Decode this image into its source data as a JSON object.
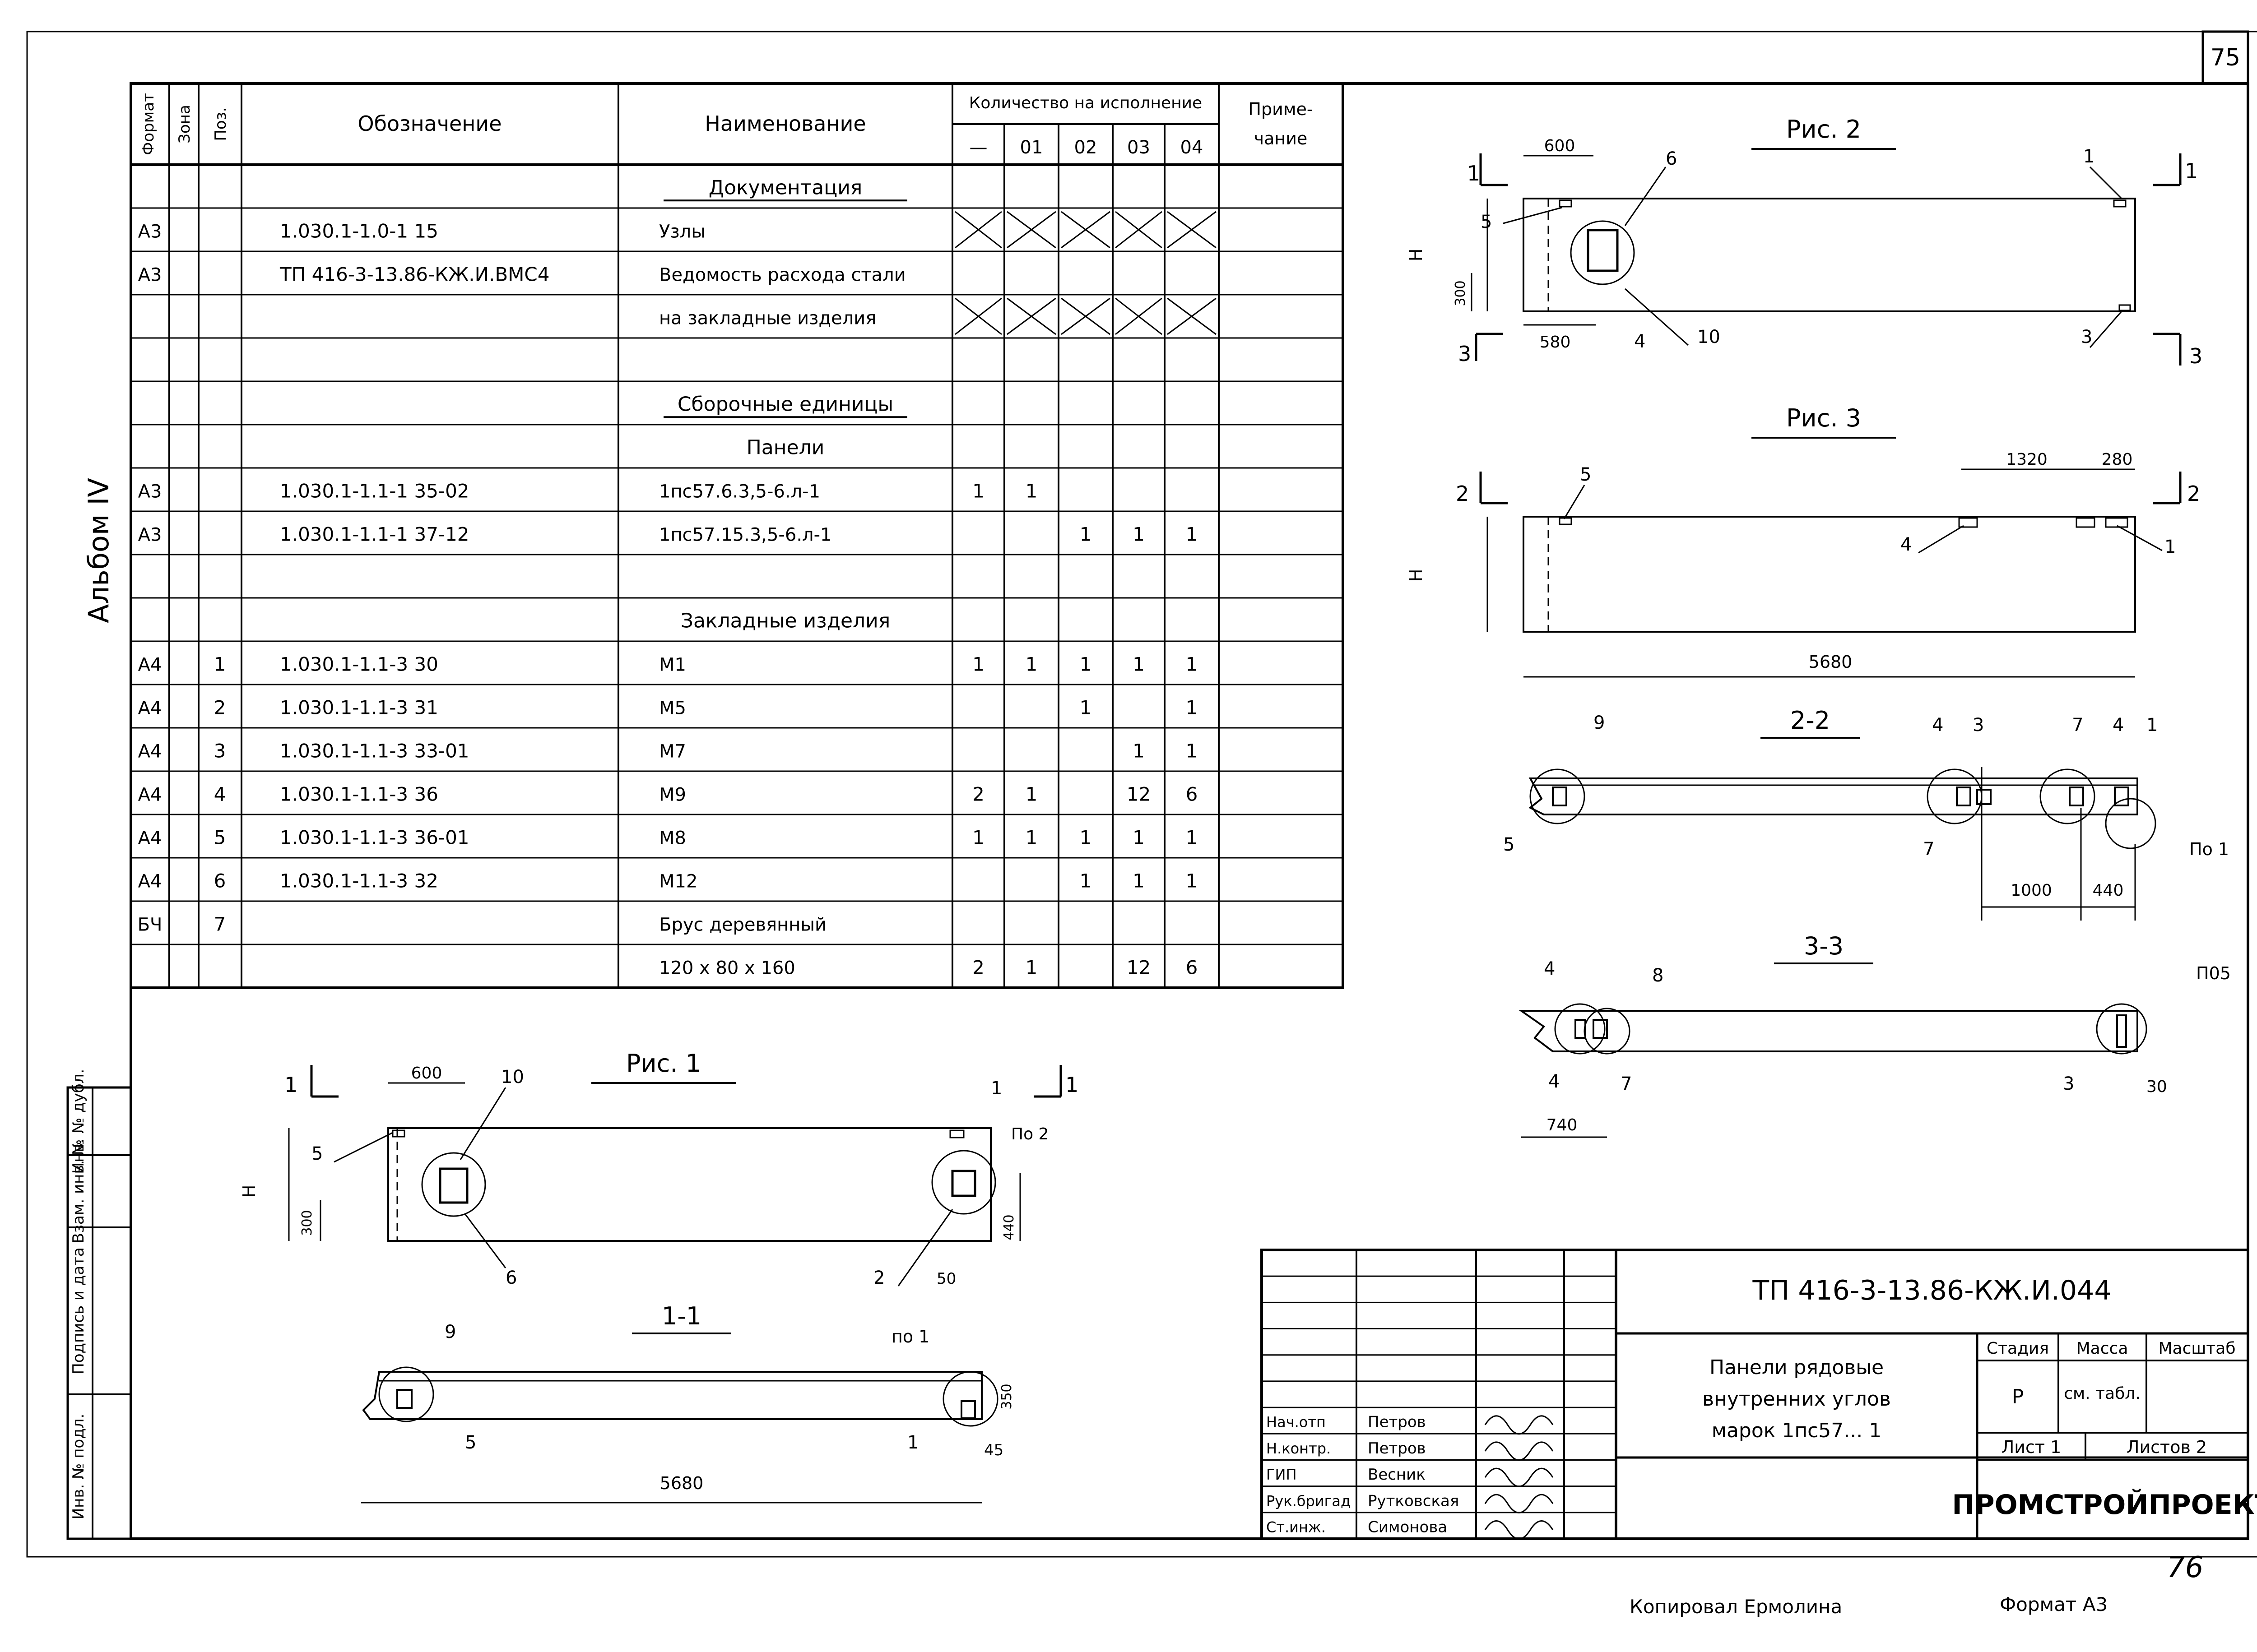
{
  "page": {
    "sheet_number_top": "75",
    "sheet_number_bottom": "76",
    "album": "Альбом IV",
    "copied_by": "Копировал Ермолина",
    "format": "Формат А3"
  },
  "spec_table": {
    "headers": {
      "format": "Формат",
      "zone": "Зона",
      "pos": "Поз.",
      "designation": "Обозначение",
      "name": "Наименование",
      "qty": "Количество на исполнение",
      "note": "Приме-чание"
    },
    "variant_headers": [
      "—",
      "01",
      "02",
      "03",
      "04"
    ],
    "rows": [
      {
        "format": "",
        "zone": "",
        "pos": "",
        "designation": "",
        "name": "Документация",
        "q": [
          "",
          "",
          "",
          "",
          ""
        ],
        "note": "",
        "kind": "section"
      },
      {
        "format": "А3",
        "zone": "",
        "pos": "",
        "designation": "1.030.1-1.0-1    15",
        "name": "Узлы",
        "q": [
          "",
          "",
          "",
          "",
          ""
        ],
        "note": "",
        "kind": "crossed"
      },
      {
        "format": "А3",
        "zone": "",
        "pos": "",
        "designation": "ТП 416-3-13.86-КЖ.И.ВМС4",
        "name": "Ведомость расхода стали",
        "q": [
          "",
          "",
          "",
          "",
          ""
        ],
        "note": "",
        "kind": "plain"
      },
      {
        "format": "",
        "zone": "",
        "pos": "",
        "designation": "",
        "name": "на закладные изделия",
        "q": [
          "",
          "",
          "",
          "",
          ""
        ],
        "note": "",
        "kind": "crossed"
      },
      {
        "format": "",
        "zone": "",
        "pos": "",
        "designation": "",
        "name": "",
        "q": [
          "",
          "",
          "",
          "",
          ""
        ],
        "note": "",
        "kind": "plain"
      },
      {
        "format": "",
        "zone": "",
        "pos": "",
        "designation": "",
        "name": "Сборочные единицы",
        "q": [
          "",
          "",
          "",
          "",
          ""
        ],
        "note": "",
        "kind": "section"
      },
      {
        "format": "",
        "zone": "",
        "pos": "",
        "designation": "",
        "name": "Панели",
        "q": [
          "",
          "",
          "",
          "",
          ""
        ],
        "note": "",
        "kind": "center"
      },
      {
        "format": "А3",
        "zone": "",
        "pos": "",
        "designation": "1.030.1-1.1-1   35-02",
        "name": "1пс57.6.3,5-6.л-1",
        "q": [
          "1",
          "1",
          "",
          "",
          ""
        ],
        "note": "",
        "kind": "plain"
      },
      {
        "format": "А3",
        "zone": "",
        "pos": "",
        "designation": "1.030.1-1.1-1   37-12",
        "name": "1пс57.15.3,5-6.л-1",
        "q": [
          "",
          "",
          "1",
          "1",
          "1"
        ],
        "note": "",
        "kind": "plain"
      },
      {
        "format": "",
        "zone": "",
        "pos": "",
        "designation": "",
        "name": "",
        "q": [
          "",
          "",
          "",
          "",
          ""
        ],
        "note": "",
        "kind": "plain"
      },
      {
        "format": "",
        "zone": "",
        "pos": "",
        "designation": "",
        "name": "Закладные изделия",
        "q": [
          "",
          "",
          "",
          "",
          ""
        ],
        "note": "",
        "kind": "center"
      },
      {
        "format": "А4",
        "zone": "",
        "pos": "1",
        "designation": "1.030.1-1.1-3    30",
        "name": "М1",
        "q": [
          "1",
          "1",
          "1",
          "1",
          "1"
        ],
        "note": "",
        "kind": "plain"
      },
      {
        "format": "А4",
        "zone": "",
        "pos": "2",
        "designation": "1.030.1-1.1-3    31",
        "name": "М5",
        "q": [
          "",
          "",
          "1",
          "",
          "1"
        ],
        "note": "",
        "kind": "plain"
      },
      {
        "format": "А4",
        "zone": "",
        "pos": "3",
        "designation": "1.030.1-1.1-3   33-01",
        "name": "М7",
        "q": [
          "",
          "",
          "",
          "1",
          "1"
        ],
        "note": "",
        "kind": "plain"
      },
      {
        "format": "А4",
        "zone": "",
        "pos": "4",
        "designation": "1.030.1-1.1-3   36",
        "name": "М9",
        "q": [
          "2",
          "1",
          "",
          "12",
          "6"
        ],
        "note": "",
        "kind": "plain"
      },
      {
        "format": "А4",
        "zone": "",
        "pos": "5",
        "designation": "1.030.1-1.1-3   36-01",
        "name": "М8",
        "q": [
          "1",
          "1",
          "1",
          "1",
          "1"
        ],
        "note": "",
        "kind": "plain"
      },
      {
        "format": "А4",
        "zone": "",
        "pos": "6",
        "designation": "1.030.1-1.1-3   32",
        "name": "М12",
        "q": [
          "",
          "",
          "1",
          "1",
          "1"
        ],
        "note": "",
        "kind": "plain"
      },
      {
        "format": "БЧ",
        "zone": "",
        "pos": "7",
        "designation": "",
        "name": "Брус деревянный",
        "q": [
          "",
          "",
          "",
          "",
          ""
        ],
        "note": "",
        "kind": "plain"
      },
      {
        "format": "",
        "zone": "",
        "pos": "",
        "designation": "",
        "name": "120 х 80 х 160",
        "q": [
          "2",
          "1",
          "",
          "12",
          "6"
        ],
        "note": "",
        "kind": "plain"
      }
    ]
  },
  "side_stamp": {
    "labels": [
      "Инв. № подл.",
      "Подпись и дата",
      "Взам. инв. №",
      "Инв. № дубл."
    ]
  },
  "figures": {
    "fig1": {
      "title": "Рис. 1",
      "section": "1-1"
    },
    "fig2": {
      "title": "Рис. 2"
    },
    "fig3": {
      "title": "Рис. 3",
      "sections": [
        "2-2",
        "3-3"
      ]
    },
    "labels": {
      "H": "Н",
      "d600": "600",
      "d300": "300",
      "d580": "580",
      "d5680": "5680",
      "d1320": "1320",
      "d280": "280",
      "d1000": "1000",
      "d440": "440",
      "d740": "740",
      "d30": "30",
      "d50": "50",
      "d45": "45",
      "d350": "350",
      "pos1": "1",
      "pos2": "2",
      "pos3": "3",
      "pos4": "4",
      "pos5": "5",
      "pos6": "6",
      "pos7": "7",
      "pos8": "8",
      "pos9": "9",
      "pos10": "10",
      "po1": "По 1",
      "po2": "По 2",
      "po5": "П05",
      "po1b": "по 1",
      "cut1": "1",
      "cut2": "2",
      "cut3": "3"
    }
  },
  "title_block": {
    "code": "ТП 416-3-13.86-КЖ.И.044",
    "title_lines": [
      "Панели рядовые",
      "внутренних углов",
      "марок 1пс57... 1"
    ],
    "stage_label": "Стадия",
    "mass_label": "Масса",
    "scale_label": "Масштаб",
    "stage": "Р",
    "mass": "см. табл.",
    "sheet_label": "Лист 1",
    "sheets_label": "Листов 2",
    "org": "ПРОМСТРОЙПРОЕКТ",
    "people": [
      {
        "role": "Нач.отп",
        "name": "Петров"
      },
      {
        "role": "Н.контр.",
        "name": "Петров"
      },
      {
        "role": "ГИП",
        "name": "Весник"
      },
      {
        "role": "Рук.бригад",
        "name": "Рутковская"
      },
      {
        "role": "Ст.инж.",
        "name": "Симонова"
      }
    ]
  }
}
